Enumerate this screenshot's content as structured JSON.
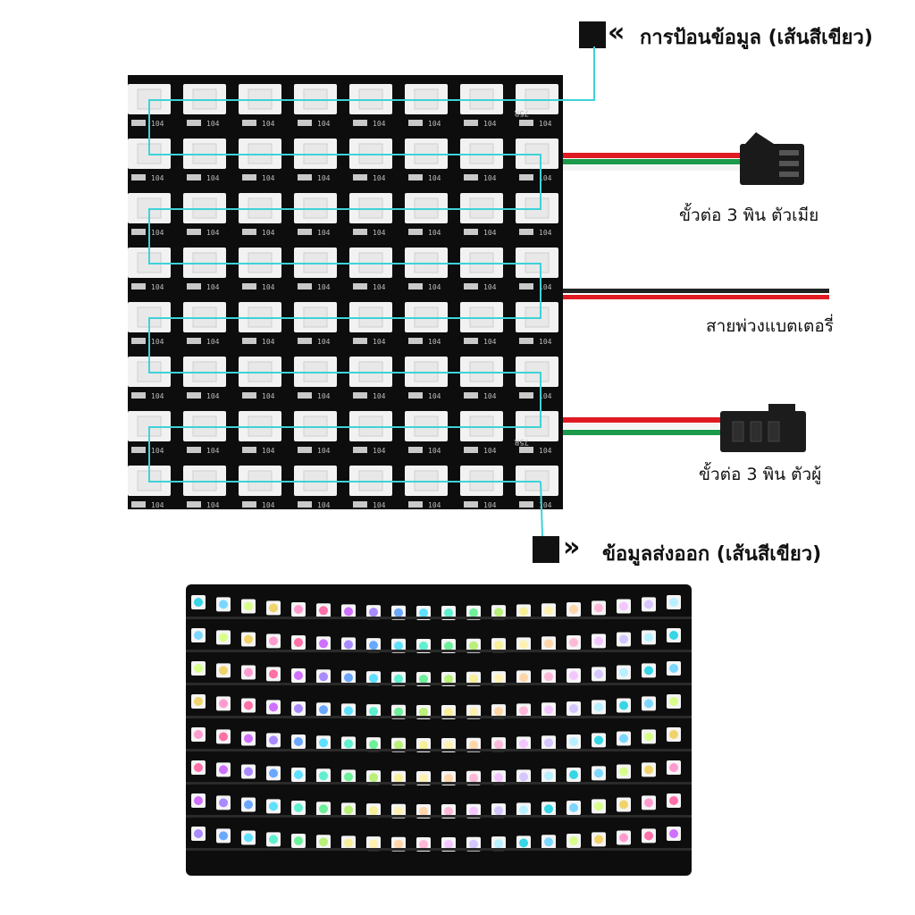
{
  "labels": {
    "input": "การป้อนข้อมูล (เส้นสีเขียว)",
    "female_connector": "ขั้วต่อ 3 พิน ตัวเมีย",
    "battery_cable": "สายพ่วงแบตเตอรี่",
    "male_connector": "ขั้วต่อ 3 พิน ตัวผู้",
    "output": "ข้อมูลส่งออก (เส้นสีเขียว)"
  },
  "icons": {
    "input_arrow": "double-chevron-left-icon",
    "output_arrow": "double-chevron-right-icon"
  },
  "matrix": {
    "rows": 8,
    "cols": 8,
    "resistor_text": "104",
    "pcb_marking": "75R"
  },
  "colors": {
    "pcb": "#0d0d0d",
    "led_body": "#f2f2f2",
    "data_line": "#3fd2d8",
    "wire_red": "#e01a22",
    "wire_green": "#1a9a4a",
    "wire_white": "#f4f4f4",
    "wire_black": "#222222"
  }
}
